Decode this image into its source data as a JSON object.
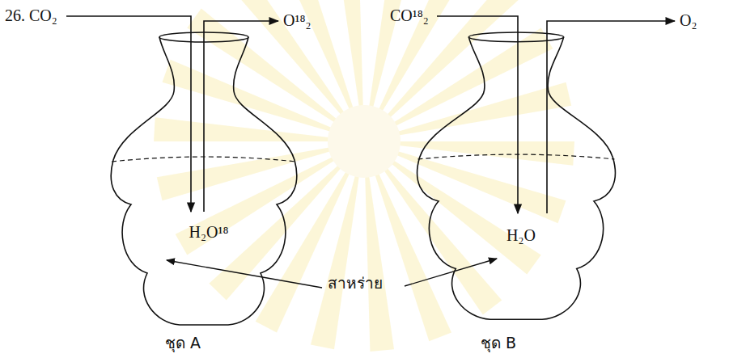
{
  "diagram": {
    "nodes": [
      {
        "text": [
          "H₂O¹⁸"
        ]
      },
      {
        "text": [
          "H₂O"
        ]
      }
    ],
    "labels": [
      "26.",
      "CO₂",
      "O¹⁸₂",
      "CO¹⁸₂",
      "O₂",
      "สาหร่าย",
      "ชุด A",
      "ชุด B"
    ]
  }
}
